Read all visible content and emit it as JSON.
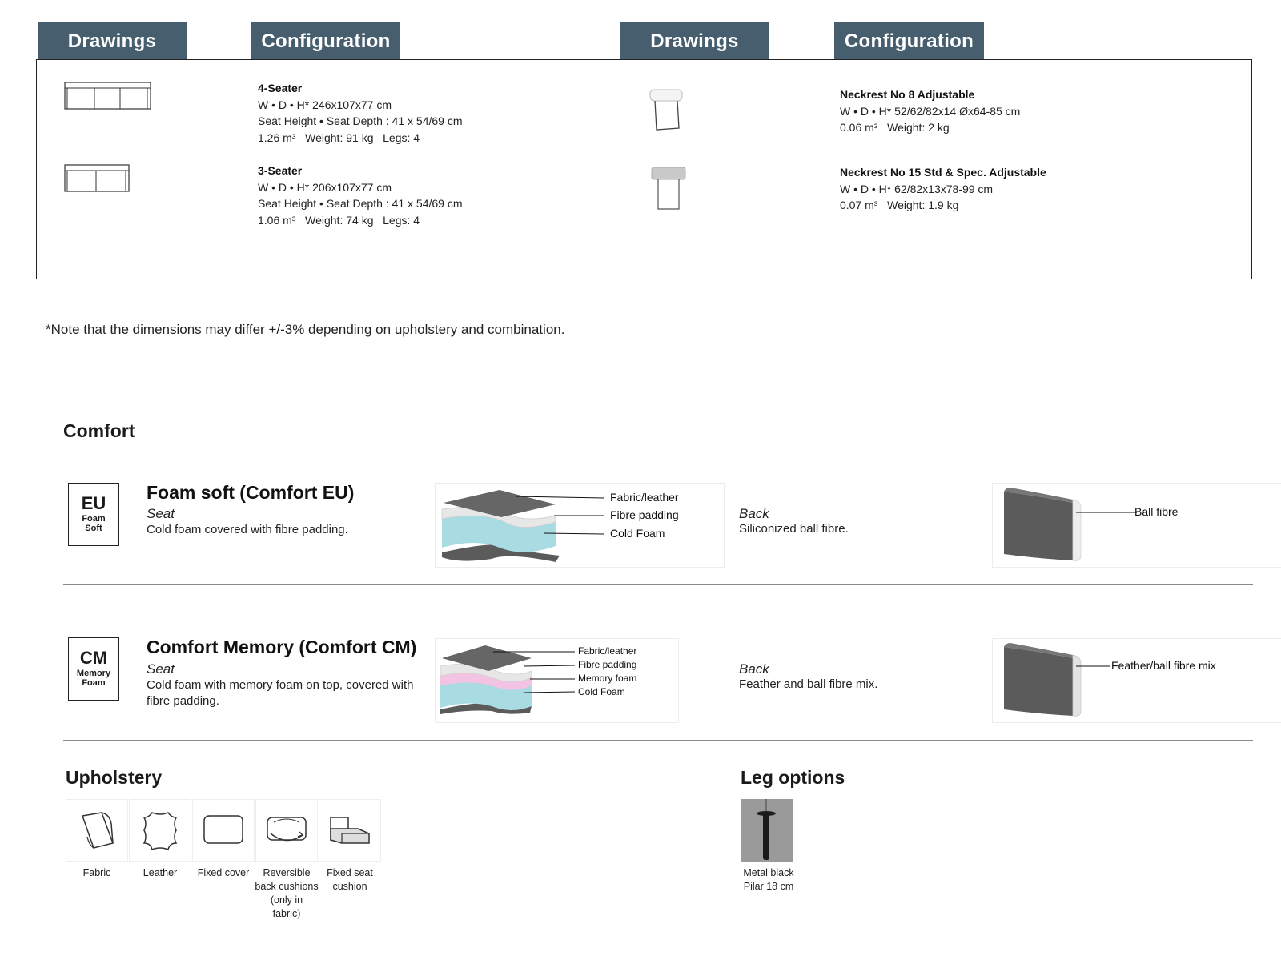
{
  "tabs": {
    "drawings_left": "Drawings",
    "configuration_left": "Configuration",
    "drawings_right": "Drawings",
    "configuration_right": "Configuration"
  },
  "configs": [
    {
      "title": "4-Seater",
      "line1": "W • D • H* 246x107x77 cm",
      "line2": "Seat Height • Seat Depth : 41 x 54/69 cm",
      "line3": "1.26 m³   Weight: 91 kg   Legs: 4"
    },
    {
      "title": "3-Seater",
      "line1": "W • D • H* 206x107x77 cm",
      "line2": "Seat Height • Seat Depth : 41 x 54/69 cm",
      "line3": "1.06 m³   Weight: 74 kg   Legs: 4"
    },
    {
      "title": "Neckrest No 8 Adjustable",
      "line1": "W • D • H* 52/62/82x14 Øx64-85 cm",
      "line2": "0.06 m³   Weight: 2 kg"
    },
    {
      "title": "Neckrest No 15 Std & Spec. Adjustable",
      "line1": "W • D • H* 62/82x13x78-99 cm",
      "line2": "0.07 m³   Weight: 1.9 kg"
    }
  ],
  "note": "*Note that the dimensions may differ +/-3% depending on upholstery and combination.",
  "comfort": {
    "heading": "Comfort",
    "eu": {
      "badge_big": "EU",
      "badge_l1": "Foam",
      "badge_l2": "Soft",
      "title": "Foam soft (Comfort EU)",
      "seat": "Seat",
      "desc": "Cold foam covered with fibre padding.",
      "layers": [
        "Fabric/leather",
        "Fibre padding",
        "Cold Foam"
      ],
      "back": "Back",
      "back_desc": "Siliconized ball fibre.",
      "back_label": "Ball fibre"
    },
    "cm": {
      "badge_big": "CM",
      "badge_l1": "Memory",
      "badge_l2": "Foam",
      "title": "Comfort Memory (Comfort CM)",
      "seat": "Seat",
      "desc_l1": "Cold foam with memory foam on top, covered with",
      "desc_l2": "fibre padding.",
      "layers": [
        "Fabric/leather",
        "Fibre padding",
        "Memory foam",
        "Cold Foam"
      ],
      "back": "Back",
      "back_desc": "Feather and ball fibre mix.",
      "back_label": "Feather/ball fibre mix"
    }
  },
  "upholstery": {
    "heading": "Upholstery",
    "items": [
      {
        "icon": "fabric-icon",
        "label_l1": "Fabric"
      },
      {
        "icon": "leather-icon",
        "label_l1": "Leather"
      },
      {
        "icon": "fixed-cover-icon",
        "label_l1": "Fixed cover"
      },
      {
        "icon": "reversible-cushions-icon",
        "label_l1": "Reversible",
        "label_l2": "back cushions",
        "label_l3": "(only in",
        "label_l4": "fabric)"
      },
      {
        "icon": "fixed-seat-cushion-icon",
        "label_l1": "Fixed seat",
        "label_l2": "cushion"
      }
    ]
  },
  "legs": {
    "heading": "Leg options",
    "label_l1": "Metal black",
    "label_l2": "Pilar 18 cm"
  },
  "colors": {
    "tab_bg": "#475e6e",
    "cold_foam": "#a9dbe3",
    "memory_foam": "#f3c3e3",
    "cover_dark": "#5b5b5b"
  }
}
